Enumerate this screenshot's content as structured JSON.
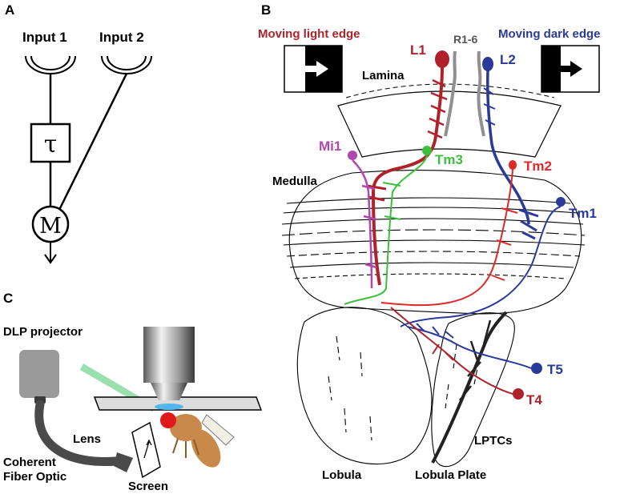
{
  "panels": {
    "a": {
      "letter": "A",
      "input1": "Input 1",
      "input2": "Input 2",
      "delay_symbol": "τ",
      "multiplier_symbol": "M"
    },
    "b": {
      "letter": "B",
      "light_edge_label": "Moving light edge",
      "dark_edge_label": "Moving dark edge",
      "regions": {
        "lamina": "Lamina",
        "medulla": "Medulla",
        "lobula": "Lobula",
        "lobula_plate": "Lobula Plate",
        "lptcs": "LPTCs"
      },
      "neurons": {
        "l1": "L1",
        "l2": "L2",
        "r16": "R1-6",
        "mi1": "Mi1",
        "tm3": "Tm3",
        "tm2": "Tm2",
        "tm1": "Tm1",
        "t5": "T5",
        "t4": "T4"
      },
      "colors": {
        "light_pathway": "#b0222a",
        "dark_pathway": "#2a3a9a",
        "tm2": "#e02828",
        "mi1": "#b048b0",
        "tm3": "#3cbf3c",
        "photoreceptor": "#909090"
      }
    },
    "c": {
      "letter": "C",
      "projector": "DLP projector",
      "lens": "Lens",
      "fiber_line1": "Coherent",
      "fiber_line2": "Fiber Optic",
      "screen": "Screen"
    }
  }
}
